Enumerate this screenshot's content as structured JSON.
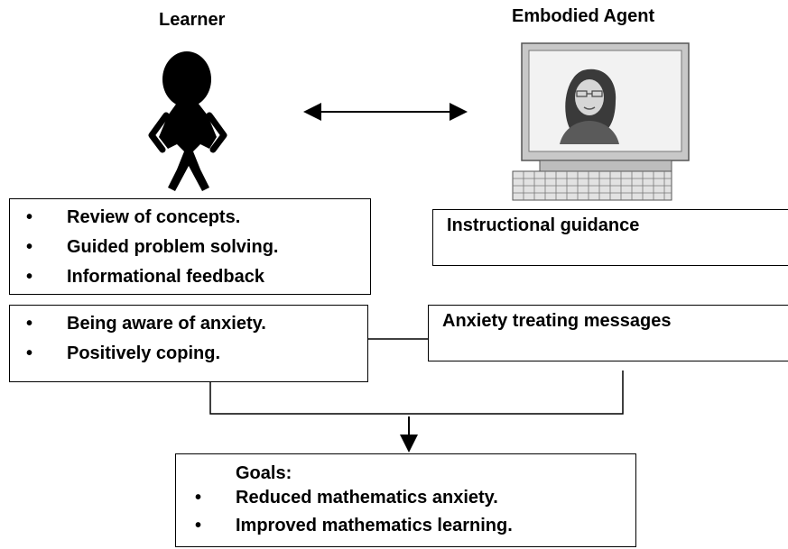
{
  "learner": {
    "heading": "Learner"
  },
  "agent": {
    "heading": "Embodied Agent"
  },
  "learner_support": {
    "items": [
      "Review of concepts.",
      "Guided problem solving.",
      "Informational feedback"
    ]
  },
  "agent_guidance": {
    "label": "Instructional guidance"
  },
  "learner_coping": {
    "items": [
      "Being aware of anxiety.",
      "Positively coping."
    ]
  },
  "agent_anxiety": {
    "label": "Anxiety treating messages"
  },
  "goals": {
    "title": "Goals:",
    "items": [
      "Reduced mathematics anxiety.",
      "Improved mathematics learning."
    ]
  },
  "icons": {
    "learner": "stick-figure-icon",
    "agent": "computer-with-avatar-icon"
  },
  "bullet_glyph": "•"
}
